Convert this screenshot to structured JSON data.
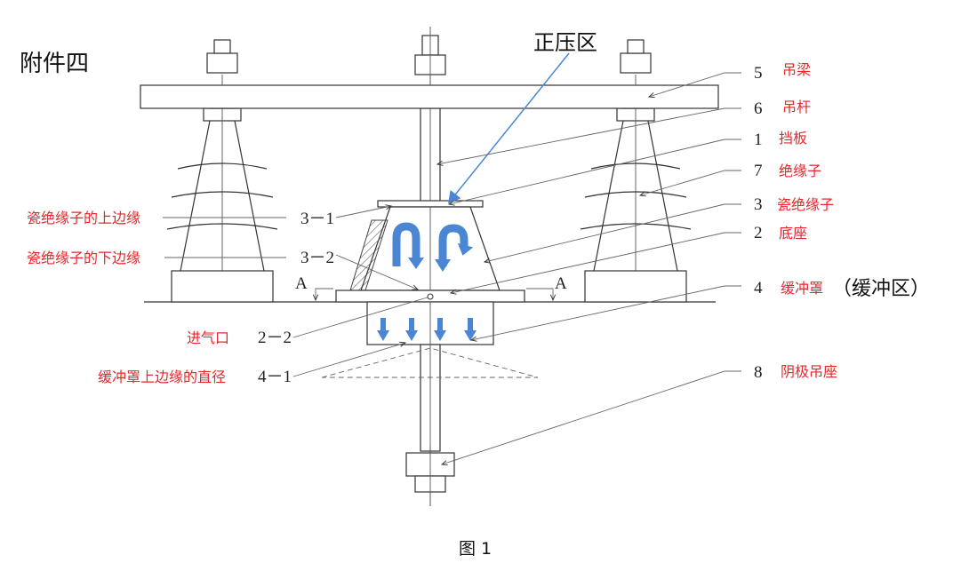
{
  "title": "附件四",
  "zone_positive": "正压区",
  "caption": "图 1",
  "left_labels": [
    {
      "id": "3-1",
      "code": "3－1",
      "text": "瓷绝缘子的上边缘"
    },
    {
      "id": "3-2",
      "code": "3－2",
      "text": "瓷绝缘子的下边缘"
    },
    {
      "id": "2-2",
      "code": "2－2",
      "text": "进气口"
    },
    {
      "id": "4-1",
      "code": "4－1",
      "text": "缓冲罩上边缘的直径"
    }
  ],
  "right_labels": [
    {
      "num": "5",
      "text": "吊梁"
    },
    {
      "num": "6",
      "text": "吊杆"
    },
    {
      "num": "1",
      "text": "挡板"
    },
    {
      "num": "7",
      "text": "绝缘子"
    },
    {
      "num": "3",
      "text": "瓷绝缘子"
    },
    {
      "num": "2",
      "text": "底座"
    },
    {
      "num": "4",
      "text": "缓冲罩"
    },
    {
      "num": "8",
      "text": "阴极吊座"
    }
  ],
  "zone_buffer": "（缓冲区）",
  "section_mark": "A",
  "colors": {
    "red": "#e8262b",
    "arrow_blue": "#4a86d4",
    "line": "#333333"
  }
}
